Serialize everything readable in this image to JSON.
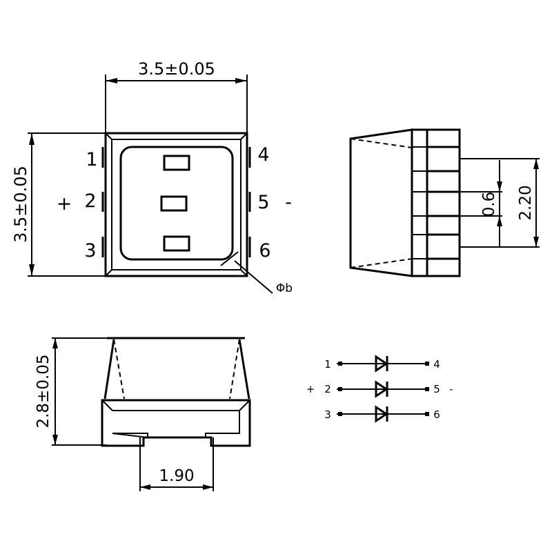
{
  "top_view": {
    "width_dim": "3.5±0.05",
    "height_dim": "3.5±0.05",
    "pins_left": [
      "1",
      "2",
      "3"
    ],
    "pins_right": [
      "4",
      "5",
      "6"
    ],
    "plus_sign": "+",
    "minus_sign": "-",
    "callout": "Φb"
  },
  "side_view": {
    "pad_dim": "0.6",
    "span_dim": "2.20"
  },
  "front_view": {
    "height_dim": "2.8±0.05",
    "gap_dim": "1.90"
  },
  "schematic": {
    "left_pins": [
      "1",
      "2",
      "3"
    ],
    "right_pins": [
      "4",
      "5",
      "6"
    ],
    "plus_sign": "+",
    "minus_sign": "-"
  }
}
